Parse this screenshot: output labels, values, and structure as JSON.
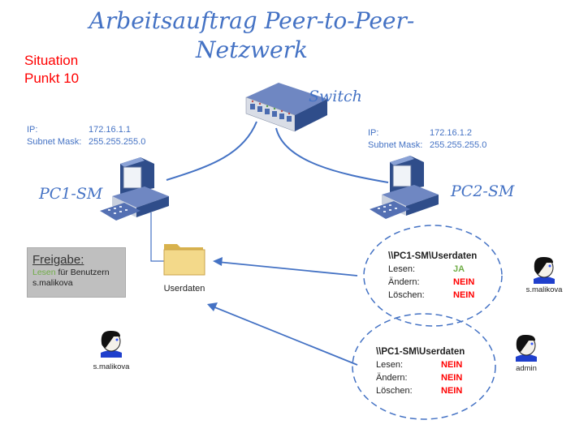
{
  "title": {
    "line1": "Arbeitsauftrag Peer-to-Peer-",
    "line2": "Netzwerk"
  },
  "situation": {
    "line1": "Situation",
    "line2": "Punkt 10"
  },
  "switch": {
    "label": "Switch"
  },
  "pc1": {
    "name": "PC1-SM",
    "ip_label": "IP:",
    "ip": "172.16.1.1",
    "mask_label": "Subnet Mask:",
    "mask": "255.255.255.0"
  },
  "pc2": {
    "name": "PC2-SM",
    "ip_label": "IP:",
    "ip": "172.16.1.2",
    "mask_label": "Subnet Mask:",
    "mask": "255.255.255.0"
  },
  "folder": {
    "label": "Userdaten"
  },
  "freigabe": {
    "heading": "Freigabe:",
    "right": "Lesen",
    "rest": " für Benutzern",
    "user": "s.malikova"
  },
  "permissions": [
    {
      "path": "\\\\PC1-SM\\Userdaten",
      "rows": [
        {
          "label": "Lesen:",
          "value": "JA",
          "color": "#70ad47"
        },
        {
          "label": "Ändern:",
          "value": "NEIN",
          "color": "#ff0000"
        },
        {
          "label": "Löschen:",
          "value": "NEIN",
          "color": "#ff0000"
        }
      ],
      "user": "s.malikova"
    },
    {
      "path": "\\\\PC1-SM\\Userdaten",
      "rows": [
        {
          "label": "Lesen:",
          "value": "NEIN",
          "color": "#ff0000"
        },
        {
          "label": "Ändern:",
          "value": "NEIN",
          "color": "#ff0000"
        },
        {
          "label": "Löschen:",
          "value": "NEIN",
          "color": "#ff0000"
        }
      ],
      "user": "admin"
    }
  ],
  "user_left": {
    "name": "s.malikova"
  },
  "colors": {
    "accent": "#4472c4",
    "alert": "#ff0000",
    "ok": "#70ad47"
  }
}
